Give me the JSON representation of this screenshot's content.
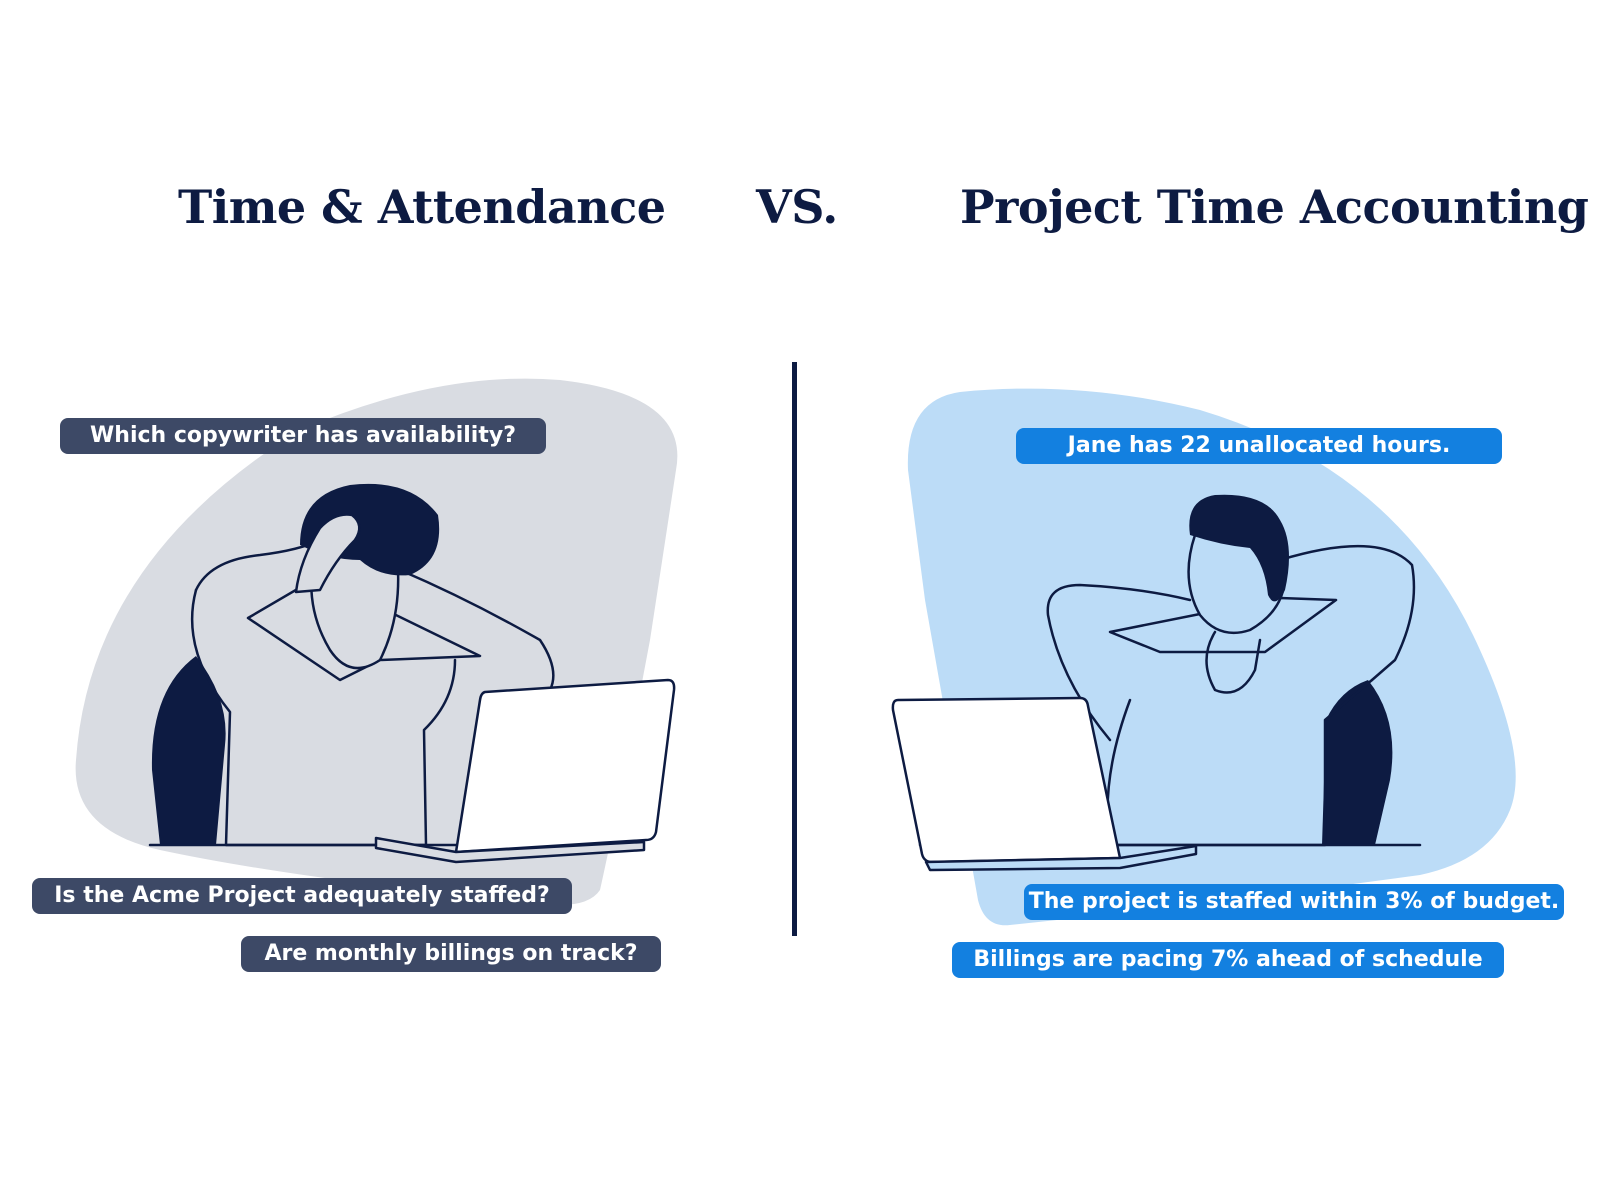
{
  "headings": {
    "left": "Time & Attendance",
    "vs": "VS.",
    "right": "Project Time Accounting"
  },
  "left_panel": {
    "questions": [
      "Which copywriter has availability?",
      "Is the Acme Project adequately staffed?",
      "Are monthly billings on track?"
    ]
  },
  "right_panel": {
    "answers": [
      "Jane has 22 unallocated hours.",
      "The project is staffed within 3% of budget.",
      "Billings are pacing 7% ahead of schedule"
    ]
  },
  "colors": {
    "navy": "#0d1b42",
    "grey_blob": "#d9dce2",
    "blue_blob": "#bcdcf7",
    "grey_bubble": "#3d4966",
    "blue_bubble": "#1380e0"
  }
}
